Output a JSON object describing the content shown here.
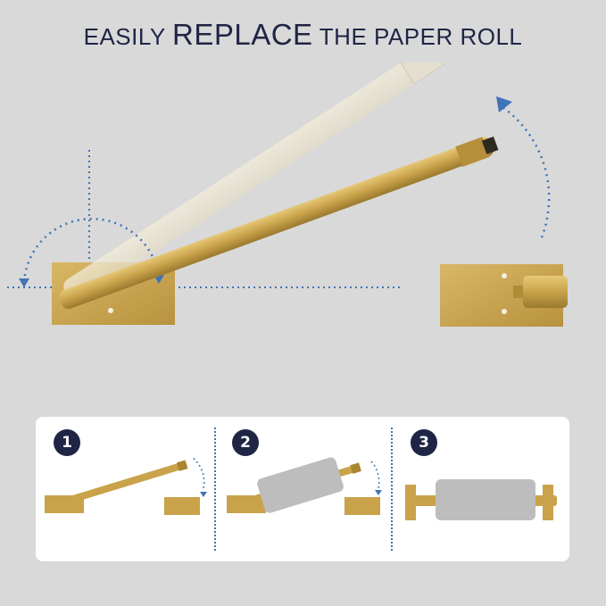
{
  "title": {
    "part1": "EASILY ",
    "part2": "REPLACE",
    "part3": " THE PAPER ROLL"
  },
  "steps": [
    {
      "number": "1"
    },
    {
      "number": "2"
    },
    {
      "number": "3"
    }
  ],
  "colors": {
    "background": "#d9d9d9",
    "title": "#1f2544",
    "gold": "#c9a24a",
    "arrow": "#3f74b8",
    "roll": "#bfbfbf"
  },
  "icons": [
    "rotate-arrow-icon",
    "dotted-axis-icon"
  ]
}
